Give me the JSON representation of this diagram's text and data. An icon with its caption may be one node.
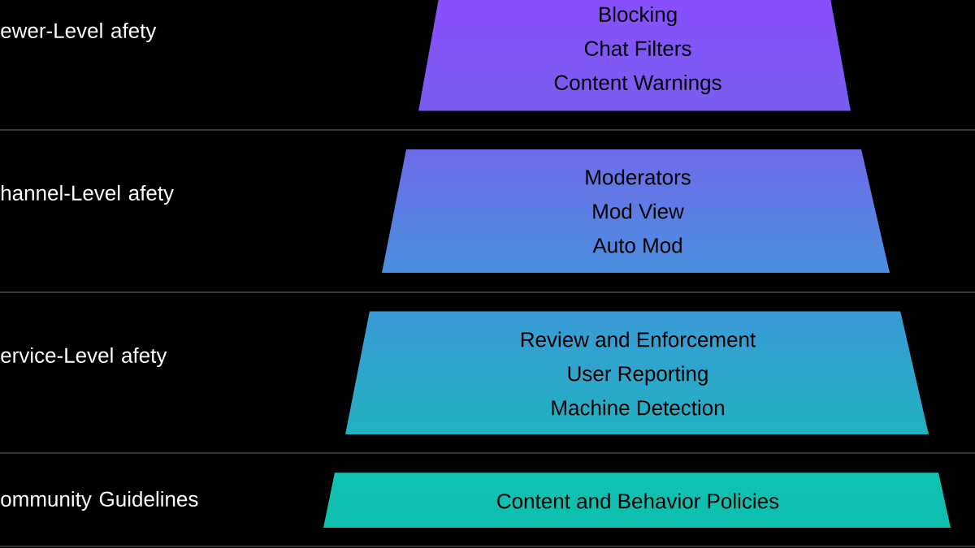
{
  "diagram": {
    "nodes": [
      {
        "text": [
          "Blocking",
          "Chat Filters",
          "Content Warnings"
        ]
      },
      {
        "text": [
          "Moderators",
          "Mod View",
          "Auto Mod"
        ]
      },
      {
        "text": [
          "Review and Enforcement",
          "User Reporting",
          "Machine Detection"
        ]
      },
      {
        "text": [
          "Content and Behavior Policies"
        ]
      }
    ],
    "labels": [
      "ewer-Level afety",
      "hannel-Level afety",
      "ervice-Level afety",
      "ommunity Guidelines"
    ]
  }
}
